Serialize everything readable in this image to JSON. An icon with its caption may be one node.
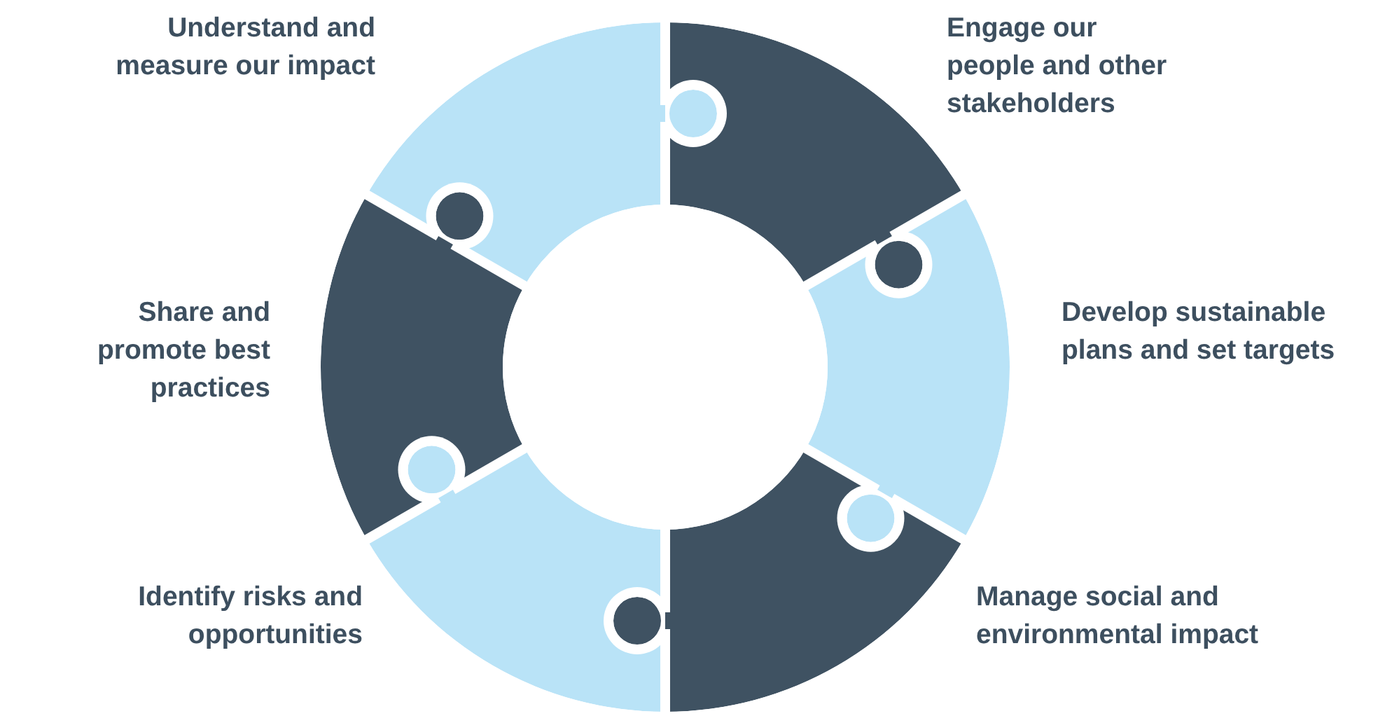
{
  "diagram": {
    "nodes": [
      {
        "text": [],
        "shape": "puzzle",
        "beside": [
          "Understand and measure our impact"
        ]
      },
      {
        "text": [],
        "shape": "puzzle",
        "beside": [
          "Engage our people and other stakeholders"
        ]
      },
      {
        "text": [],
        "shape": "puzzle",
        "beside": [
          "Share and promote best practices"
        ]
      },
      {
        "text": [],
        "shape": "puzzle",
        "beside": [
          "Develop sustainable plans and set targets"
        ]
      },
      {
        "text": [],
        "shape": "puzzle",
        "beside": [
          "Identify risks and opportunities"
        ]
      },
      {
        "text": [],
        "shape": "puzzle",
        "beside": [
          "Manage social and environmental impact"
        ]
      }
    ]
  }
}
